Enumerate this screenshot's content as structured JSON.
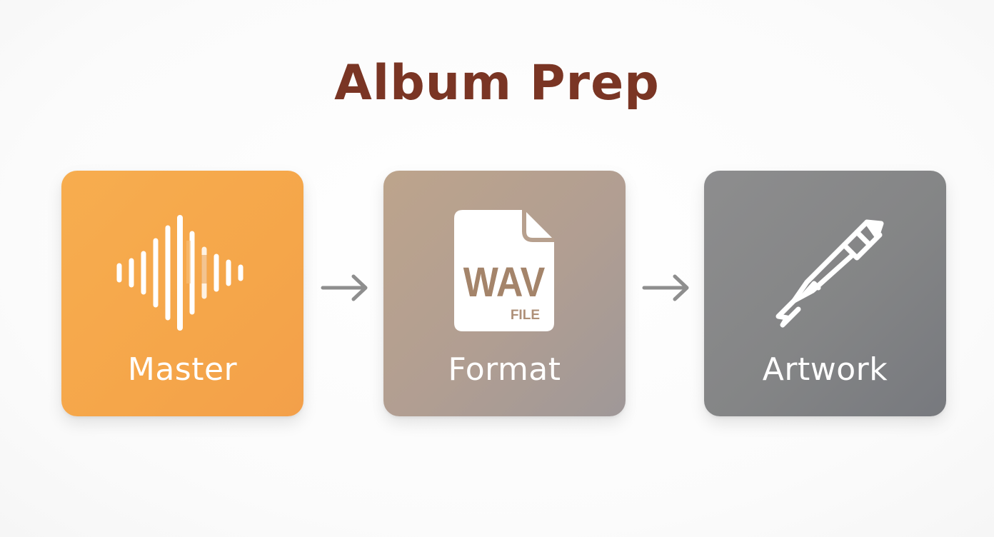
{
  "title": "Album Prep",
  "steps": [
    {
      "label": "Master",
      "icon": "waveform-icon",
      "color": "#f5a64a"
    },
    {
      "label": "Format",
      "icon": "wav-file-icon",
      "color": "#b5a08e",
      "icon_text_main": "WAV",
      "icon_text_sub": "FILE"
    },
    {
      "label": "Artwork",
      "icon": "marker-pen-icon",
      "color": "#848587"
    }
  ],
  "connectors": [
    {
      "icon": "arrow-right-icon",
      "color": "#8e8e8e"
    },
    {
      "icon": "arrow-right-icon",
      "color": "#8e8e8e"
    }
  ]
}
